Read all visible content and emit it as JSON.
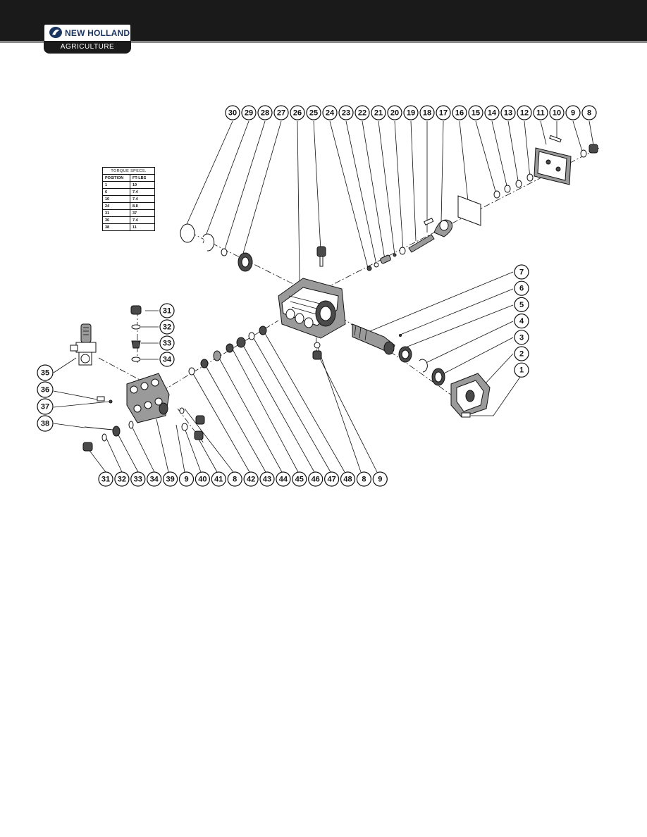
{
  "header": {
    "brand": "NEW HOLLAND",
    "sub_brand": "AGRICULTURE"
  },
  "torque_table": {
    "title": "TORQUE SPECS.",
    "columns": [
      "POSITION",
      "FT-LBS"
    ],
    "rows": [
      [
        "1",
        "19"
      ],
      [
        "6",
        "7.4"
      ],
      [
        "10",
        "7.4"
      ],
      [
        "24",
        "8.8"
      ],
      [
        "31",
        "37"
      ],
      [
        "36",
        "7.4"
      ],
      [
        "38",
        "11"
      ]
    ]
  },
  "callouts": {
    "top_row": [
      "30",
      "29",
      "28",
      "27",
      "26",
      "25",
      "24",
      "23",
      "22",
      "21",
      "20",
      "19",
      "18",
      "17",
      "16",
      "15",
      "14",
      "13",
      "12",
      "11",
      "10",
      "9",
      "8"
    ],
    "right_column": [
      "7",
      "6",
      "5",
      "4",
      "3",
      "2",
      "1"
    ],
    "left_stack": [
      "31",
      "32",
      "33",
      "34"
    ],
    "left_column": [
      "35",
      "36",
      "37",
      "38"
    ],
    "bottom_row": [
      "31",
      "32",
      "33",
      "34",
      "39",
      "9",
      "40",
      "41",
      "8",
      "42",
      "43",
      "44",
      "45",
      "46",
      "47",
      "48",
      "8",
      "9"
    ]
  }
}
